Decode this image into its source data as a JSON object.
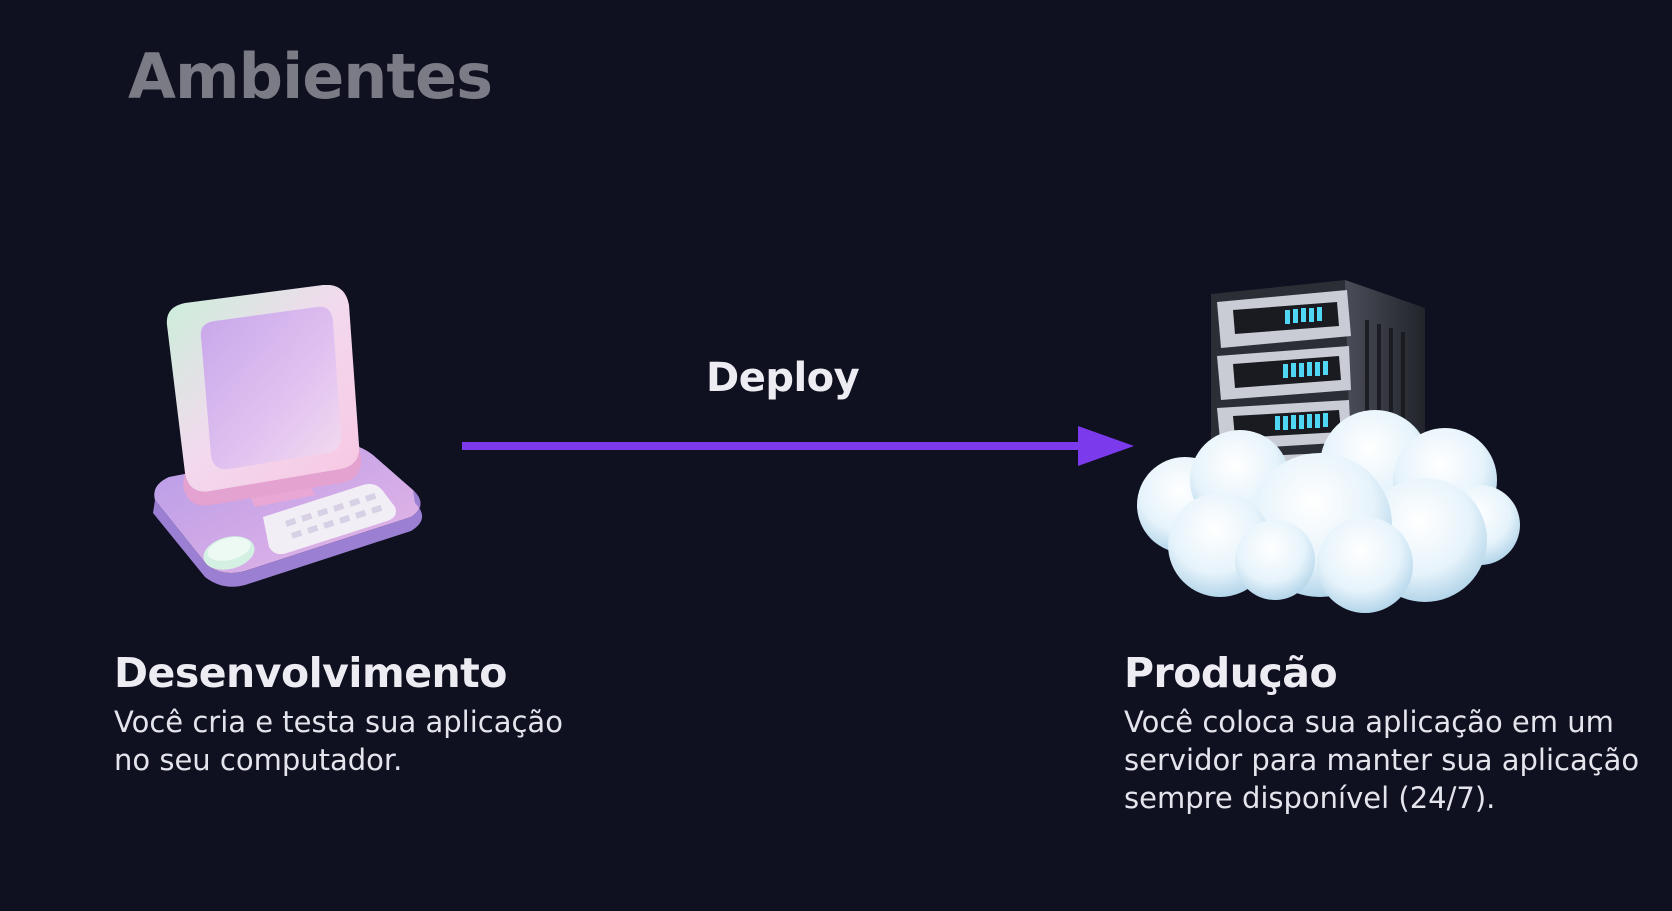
{
  "title": "Ambientes",
  "arrow": {
    "label": "Deploy",
    "color": "#7c3aed"
  },
  "environments": [
    {
      "title": "Desenvolvimento",
      "description": "Você cria e testa sua aplicação no seu computador.",
      "icon": "computer-icon"
    },
    {
      "title": "Produção",
      "description": "Você coloca sua aplicação em um servidor para manter sua aplicação sempre disponível (24/7).",
      "icon": "cloud-server-icon"
    }
  ],
  "colors": {
    "background": "#0f1020",
    "title": "#7b7b86",
    "text": "#ececf2",
    "accent": "#7c3aed"
  }
}
